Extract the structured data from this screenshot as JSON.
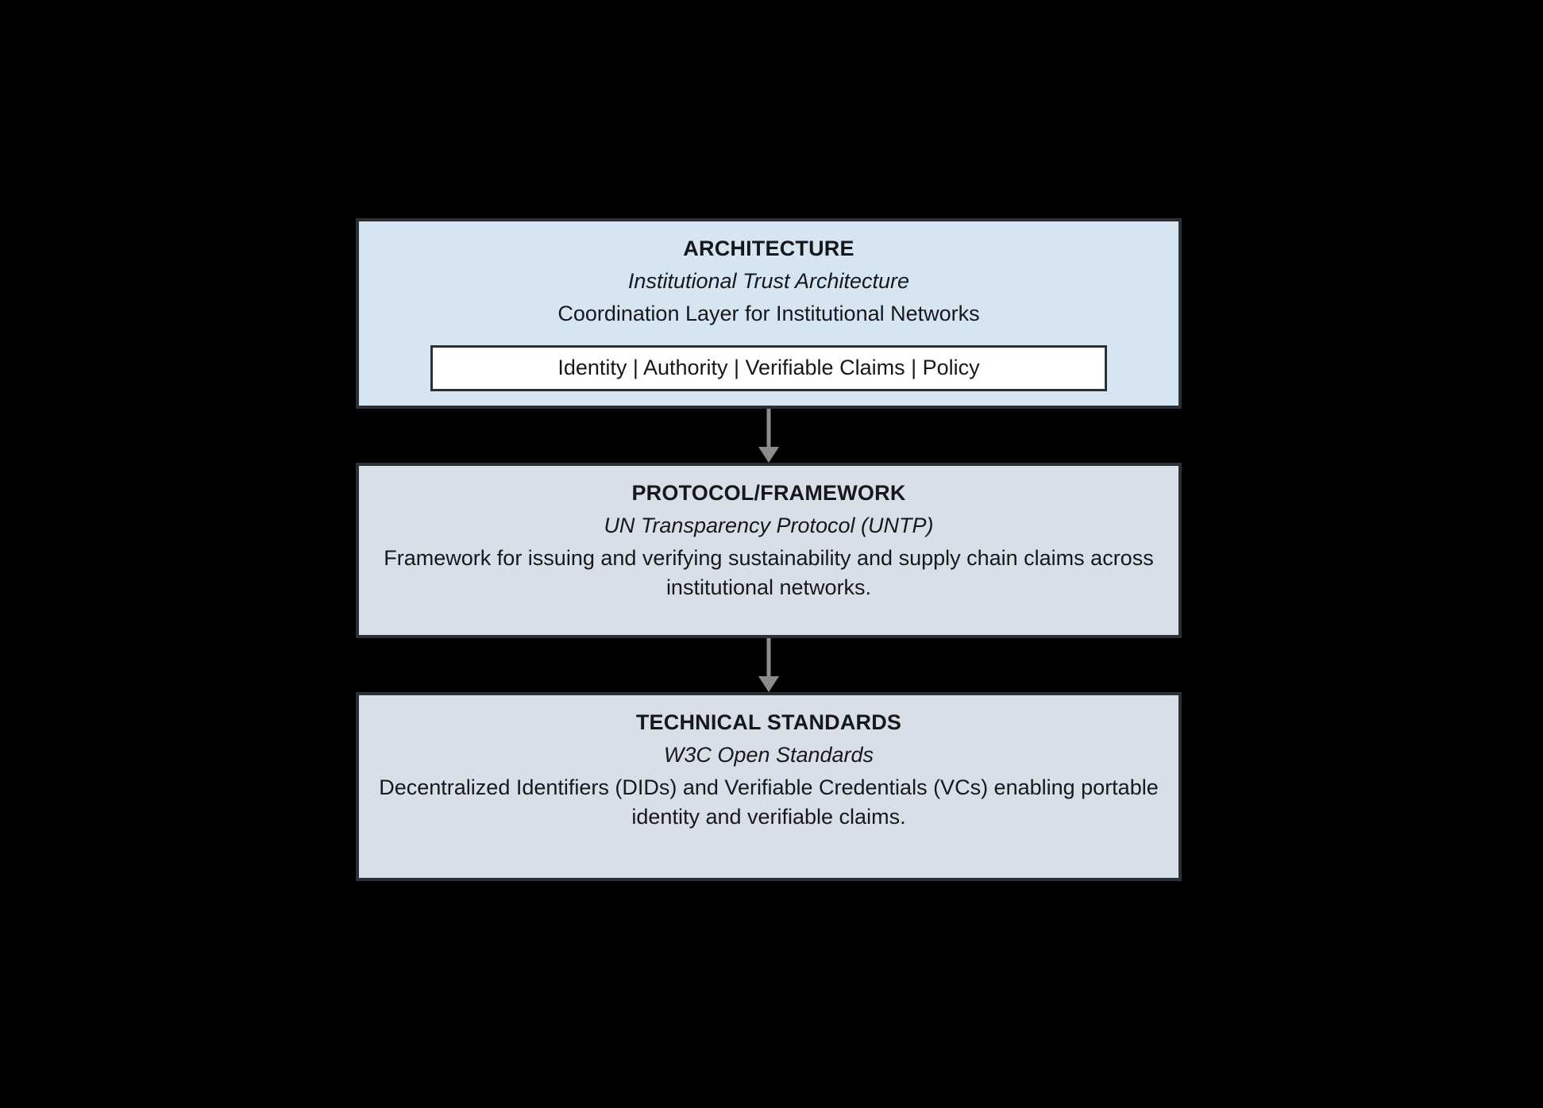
{
  "diagram": {
    "type": "stacked-layer-flow",
    "background_color": "#000000",
    "arrow_color": "#8c8c8c",
    "layers": [
      {
        "id": "architecture",
        "title": "ARCHITECTURE",
        "subtitle": "Institutional Trust Architecture",
        "description": "Coordination Layer for Institutional Networks",
        "pillars": "Identity  |  Authority  |  Verifiable Claims  |  Policy",
        "fill_color": "#d5e5f2",
        "border_color": "#2b2f36"
      },
      {
        "id": "protocol-framework",
        "title": "PROTOCOL/FRAMEWORK",
        "subtitle": "UN Transparency Protocol (UNTP)",
        "description": "Framework for issuing and verifying sustainability and supply chain claims across institutional networks.",
        "fill_color": "#d8dfe8",
        "border_color": "#2b2f36"
      },
      {
        "id": "technical-standards",
        "title": "TECHNICAL STANDARDS",
        "subtitle": "W3C Open Standards",
        "description": "Decentralized Identifiers (DIDs) and Verifiable Credentials (VCs) enabling portable identity and verifiable claims.",
        "fill_color": "#d8dfe8",
        "border_color": "#2b2f36"
      }
    ]
  }
}
